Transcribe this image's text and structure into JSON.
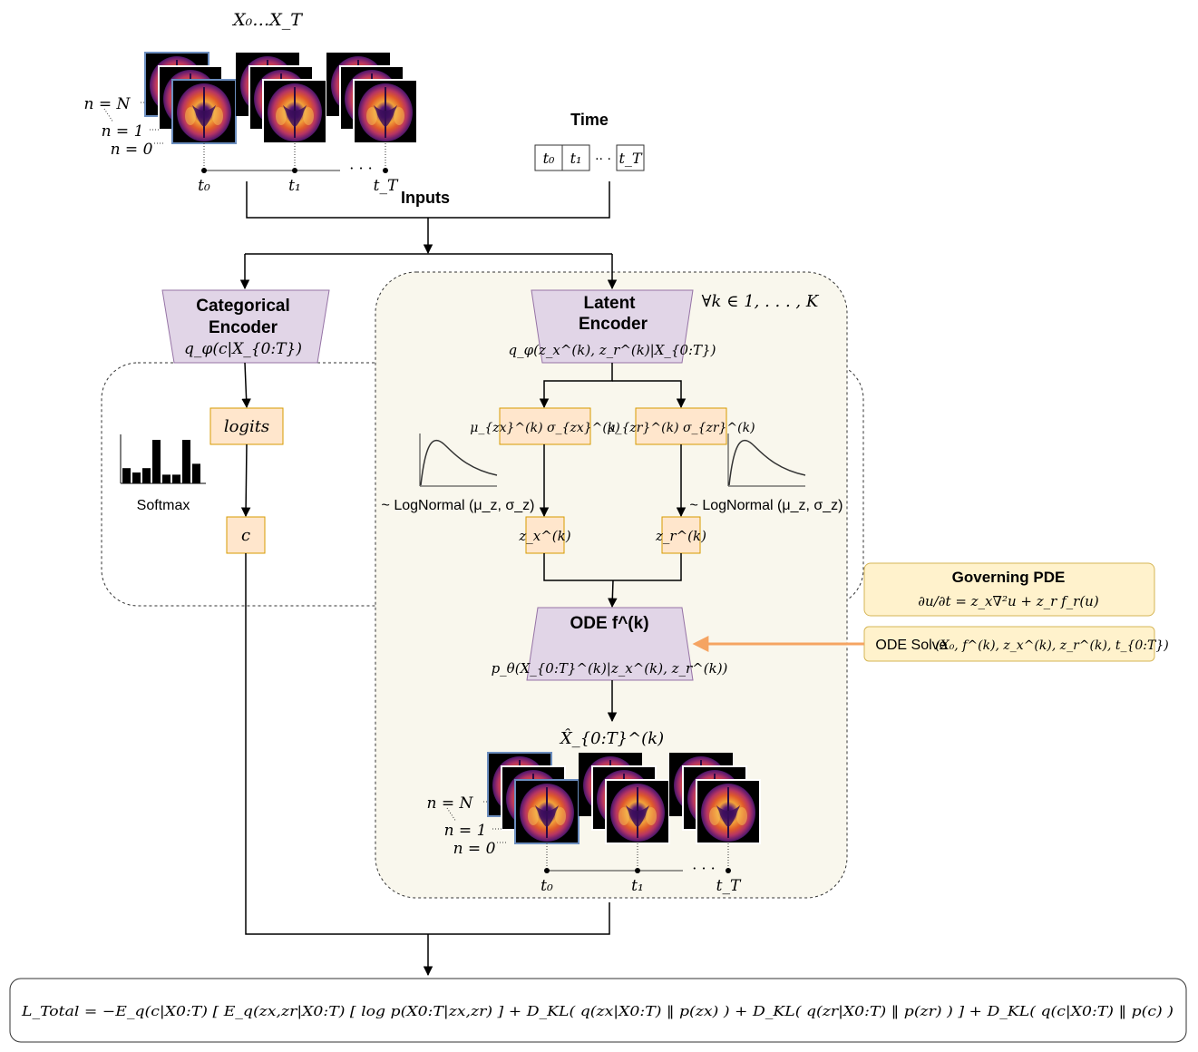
{
  "inputs": {
    "images_label": "X₀…X_T",
    "time_title": "Time",
    "time_cells": [
      "t₀",
      "t₁",
      "·· ·",
      "t_T"
    ],
    "inputs_label": "Inputs",
    "n_labels": [
      "n = N",
      "n = 1",
      "n = 0"
    ],
    "timeline_labels": [
      "t₀",
      "t₁",
      "t_T"
    ],
    "timeline_ellipsis": "· · ·"
  },
  "categorical_encoder": {
    "title_line1": "Categorical",
    "title_line2": "Encoder",
    "formula": "q_φ(c|X_{0:T})"
  },
  "categorical_branch": {
    "logits": "logits",
    "c": "c",
    "softmax_label": "Softmax",
    "histogram_values": [
      0.35,
      0.25,
      0.35,
      1.0,
      0.2,
      0.2,
      1.0,
      0.45
    ]
  },
  "latent_panel": {
    "quantifier": "∀k ∈ 1, . . . , K"
  },
  "latent_encoder": {
    "title_line1": "Latent",
    "title_line2": "Encoder",
    "formula": "q_φ(z_x^(k), z_r^(k)|X_{0:T})"
  },
  "params": {
    "left": "μ_{zx}^(k) σ_{zx}^(k)",
    "right": "μ_{zr}^(k) σ_{zr}^(k)"
  },
  "lognormal_label": "~ LogNormal (μ_z, σ_z)",
  "z_nodes": {
    "zx": "z_x^(k)",
    "zr": "z_r^(k)"
  },
  "ode": {
    "title": "ODE f^(k)",
    "formula": "p_θ(X_{0:T}^(k)|z_x^(k), z_r^(k))"
  },
  "governing_pde": {
    "title": "Governing PDE",
    "equation": "∂u/∂t = z_x∇²u + z_r f_r(u)"
  },
  "ode_solve": {
    "label": "ODE Solve",
    "args": "(X₀, f^(k), z_x^(k), z_r^(k), t_{0:T})"
  },
  "output": {
    "label": "X̂_{0:T}^(k)",
    "n_labels": [
      "n = N",
      "n = 1",
      "n = 0"
    ],
    "timeline_labels": [
      "t₀",
      "t₁",
      "t_T"
    ],
    "timeline_ellipsis": "· · ·"
  },
  "loss": {
    "formula": "L_Total = −E_q(c|X0:T) [ E_q(zx,zr|X0:T) [ log p(X0:T|zx,zr) ] + D_KL( q(zx|X0:T) ‖ p(zx) ) + D_KL( q(zr|X0:T) ‖ p(zr) ) ] + D_KL( q(c|X0:T) ‖ p(c) )"
  },
  "colors": {
    "purple_fill": "#e1d5e7",
    "purple_stroke": "#9673a6",
    "orange_fill": "#ffe6cc",
    "orange_stroke": "#d79b00",
    "yellow_fill": "#fff2cc",
    "yellow_stroke": "#d6b656",
    "panel_fill": "#f9f7ed",
    "arrow_orange": "#f5a462",
    "brain_border": "#6c8ebf"
  }
}
